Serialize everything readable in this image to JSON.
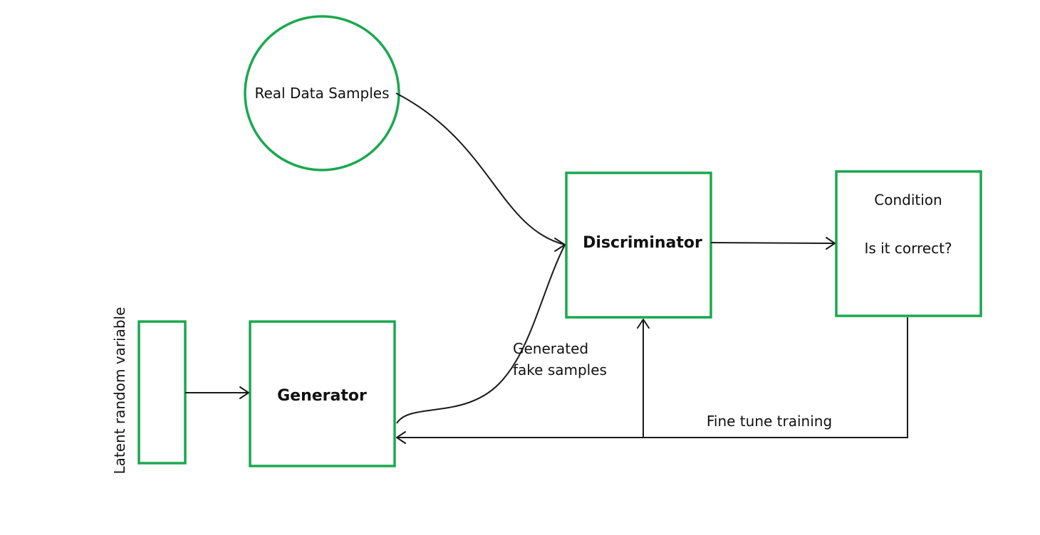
{
  "diagram": {
    "nodes": {
      "real_data": {
        "label": "Real Data Samples"
      },
      "latent": {
        "label": "Latent random variable"
      },
      "generator": {
        "label": "Generator"
      },
      "discriminator": {
        "label": "Discriminator"
      },
      "condition": {
        "label_line1": "Condition",
        "label_line2": "Is it correct?"
      }
    },
    "edges": {
      "generated": {
        "label_line1": "Generated",
        "label_line2": "fake samples"
      },
      "fine_tune": {
        "label": "Fine tune training"
      }
    }
  },
  "colors": {
    "node_border": "#1aa84f",
    "arrow": "#1a1a1a",
    "text": "#111111",
    "background": "#ffffff"
  }
}
